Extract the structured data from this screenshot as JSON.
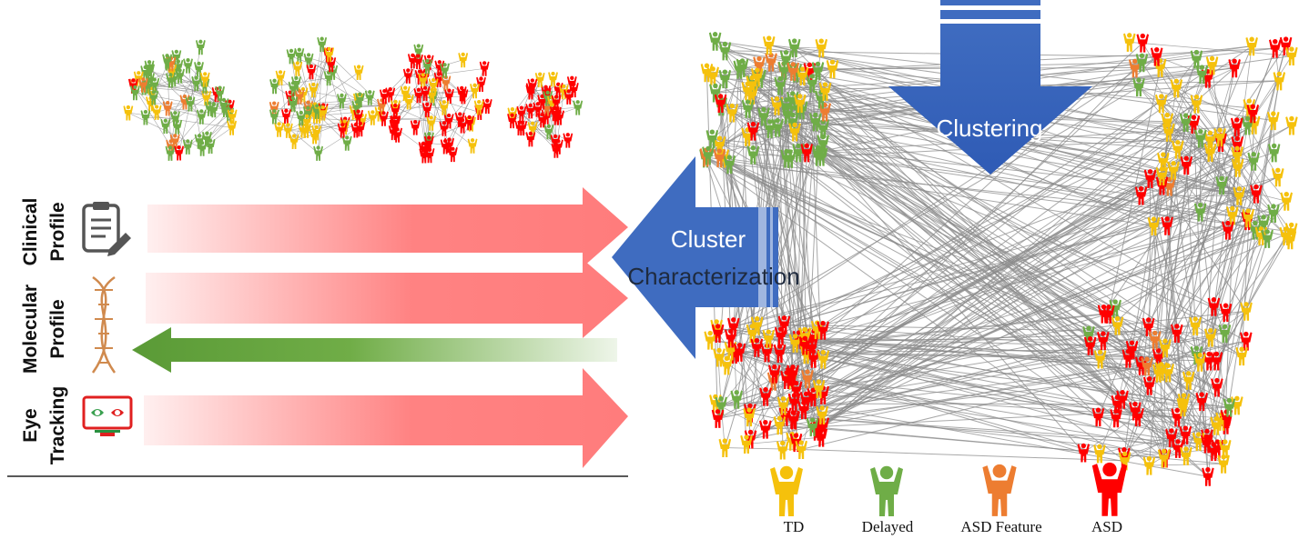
{
  "labels": {
    "clustering": "Clustering",
    "cluster_char_line1": "Cluster",
    "cluster_char_line2": "Characterization",
    "clinical_line1": "Clinical",
    "clinical_line2": "Profile",
    "molecular_line1": "Molecular",
    "molecular_line2": "Profile",
    "eye_line1": "Eye",
    "eye_line2": "Tracking"
  },
  "legend": [
    {
      "label": "TD",
      "color": "#f5c10c"
    },
    {
      "label": "Delayed",
      "color": "#6fad47"
    },
    {
      "label": "ASD Feature",
      "color": "#ed7d31"
    },
    {
      "label": "ASD",
      "color": "#ff0000"
    }
  ],
  "colors": {
    "blue_arrow": "#4472c4",
    "red_arrow": "#ff7c7c",
    "green_arrow": "#70ad47",
    "edges": "#8c8c8c"
  },
  "icons": [
    "clipboard-icon",
    "dna-icon",
    "eye-tracking-monitor-icon"
  ]
}
